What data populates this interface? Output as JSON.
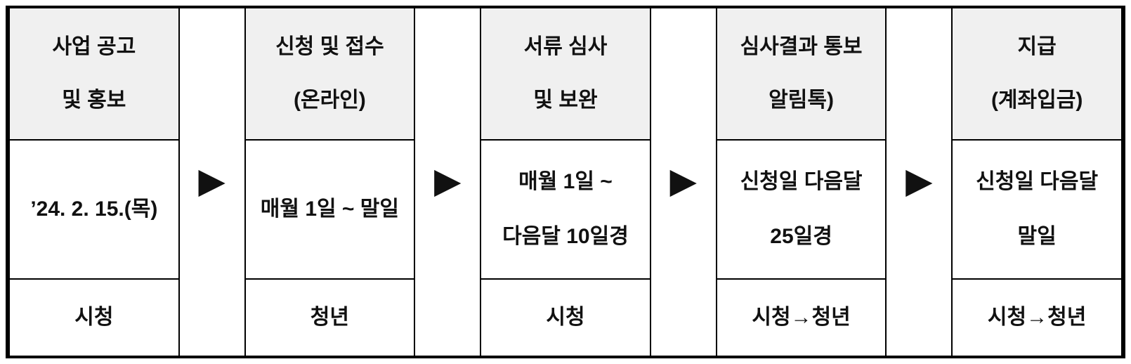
{
  "table": {
    "arrow_icon": "▶",
    "colors": {
      "header_bg": "#f0f0f0",
      "border": "#000000",
      "text": "#111111",
      "background": "#ffffff"
    },
    "stages": [
      {
        "title_lines": [
          "사업 공고",
          "및 홍보"
        ],
        "schedule_lines": [
          "’24. 2. 15.(목)"
        ],
        "actor": "시청"
      },
      {
        "title_lines": [
          "신청 및 접수",
          "(온라인)"
        ],
        "schedule_lines": [
          "매월 1일 ~ 말일"
        ],
        "actor": "청년"
      },
      {
        "title_lines": [
          "서류 심사",
          "및 보완"
        ],
        "schedule_lines": [
          "매월 1일 ~",
          "다음달 10일경"
        ],
        "actor": "시청"
      },
      {
        "title_lines": [
          "심사결과 통보",
          "알림톡)"
        ],
        "schedule_lines": [
          "신청일 다음달",
          "25일경"
        ],
        "actor": "시청→청년"
      },
      {
        "title_lines": [
          "지급",
          "(계좌입금)"
        ],
        "schedule_lines": [
          "신청일 다음달",
          "말일"
        ],
        "actor": "시청→청년"
      }
    ]
  }
}
